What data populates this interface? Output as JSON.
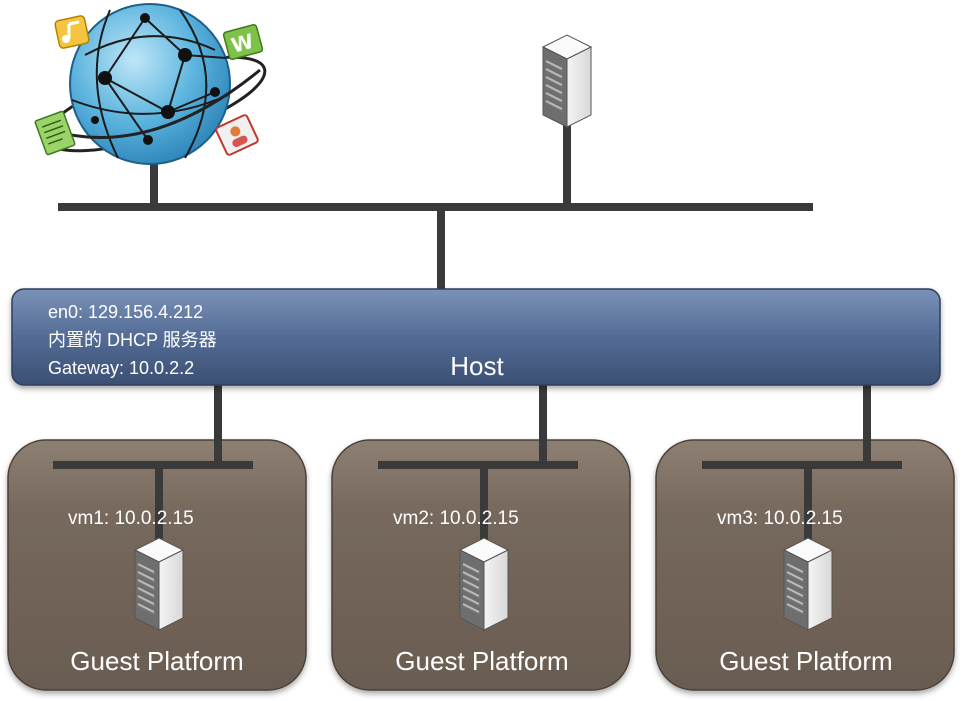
{
  "host": {
    "label": "Host",
    "interface": "en0: 129.156.4.212",
    "dhcp": "内置的 DHCP 服务器",
    "gateway": "Gateway: 10.0.2.2"
  },
  "globe_icons": [
    "music-note-icon",
    "word-document-icon",
    "text-document-icon",
    "contact-card-icon"
  ],
  "guests": [
    {
      "vm": "vm1: 10.0.2.15",
      "platform": "Guest Platform"
    },
    {
      "vm": "vm2: 10.0.2.15",
      "platform": "Guest Platform"
    },
    {
      "vm": "vm3: 10.0.2.15",
      "platform": "Guest Platform"
    }
  ],
  "colors": {
    "line": "#3a3a3a",
    "host_bar_top": "#6f86ad",
    "host_bar_bottom": "#3c5176",
    "guest_box_top": "#8a7b6e",
    "guest_box_bottom": "#5f5147",
    "globe": "#4aa8d8"
  }
}
